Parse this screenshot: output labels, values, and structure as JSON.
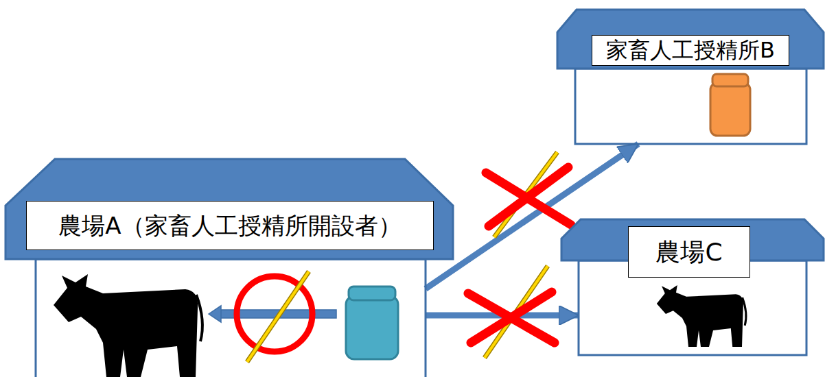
{
  "diagram": {
    "nodes": [
      {
        "text": [
          "家畜人工授精所B"
        ]
      },
      {
        "text": [
          "農場A（家畜人工授精所開設者）"
        ]
      },
      {
        "text": [
          "農場C"
        ]
      }
    ],
    "edges": [
      {
        "from": 1,
        "to": 0,
        "arrow": "to"
      },
      {
        "from": 1,
        "to": 2,
        "arrow": "to"
      }
    ]
  }
}
